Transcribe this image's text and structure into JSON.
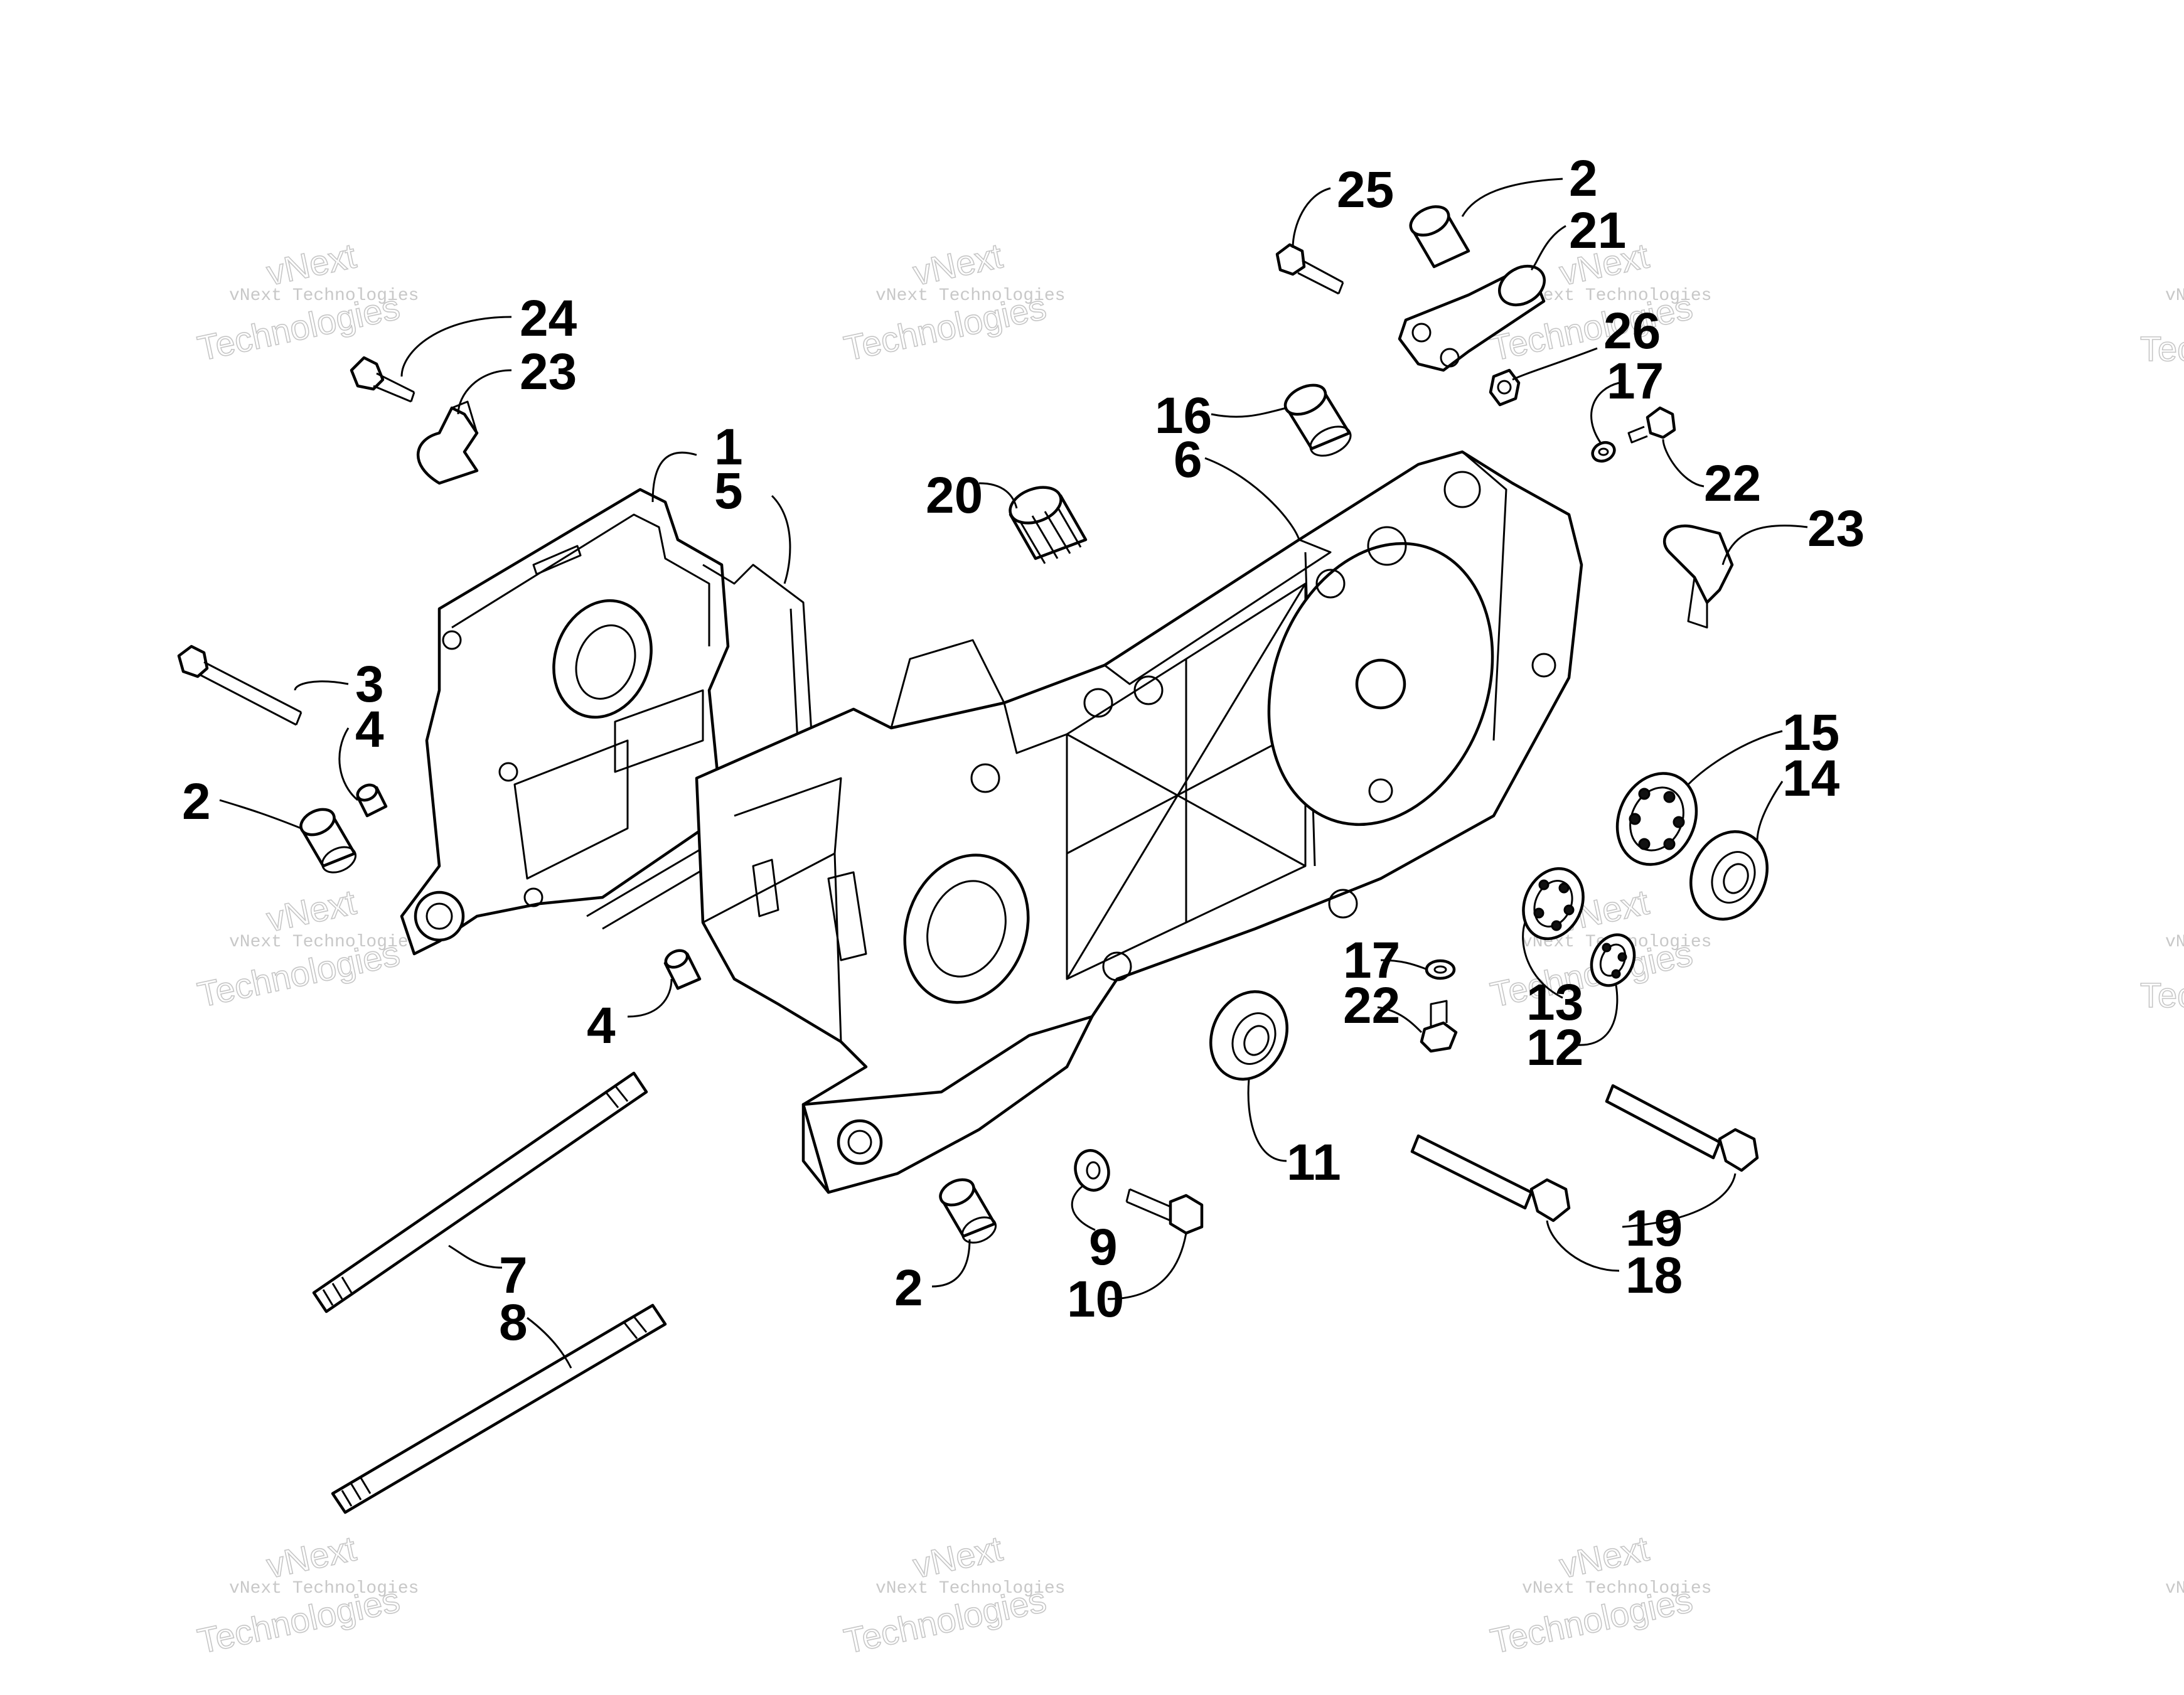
{
  "watermark": {
    "brand_small": "vNext Technologies",
    "brand_word_top": "vNext",
    "brand_word_bottom": "Technologies"
  },
  "callouts": {
    "c1": "1",
    "c5": "5",
    "c3": "3",
    "c4a": "4",
    "c2a": "2",
    "c4b": "4",
    "c24": "24",
    "c23a": "23",
    "c20": "20",
    "c16": "16",
    "c6": "6",
    "c25": "25",
    "c2b": "2",
    "c21": "21",
    "c26": "26",
    "c17a": "17",
    "c22a": "22",
    "c23b": "23",
    "c15": "15",
    "c14": "14",
    "c17b": "17",
    "c22b": "22",
    "c13": "13",
    "c12": "12",
    "c11": "11",
    "c7": "7",
    "c8": "8",
    "c9": "9",
    "c10": "10",
    "c2c": "2",
    "c19": "19",
    "c18": "18"
  }
}
